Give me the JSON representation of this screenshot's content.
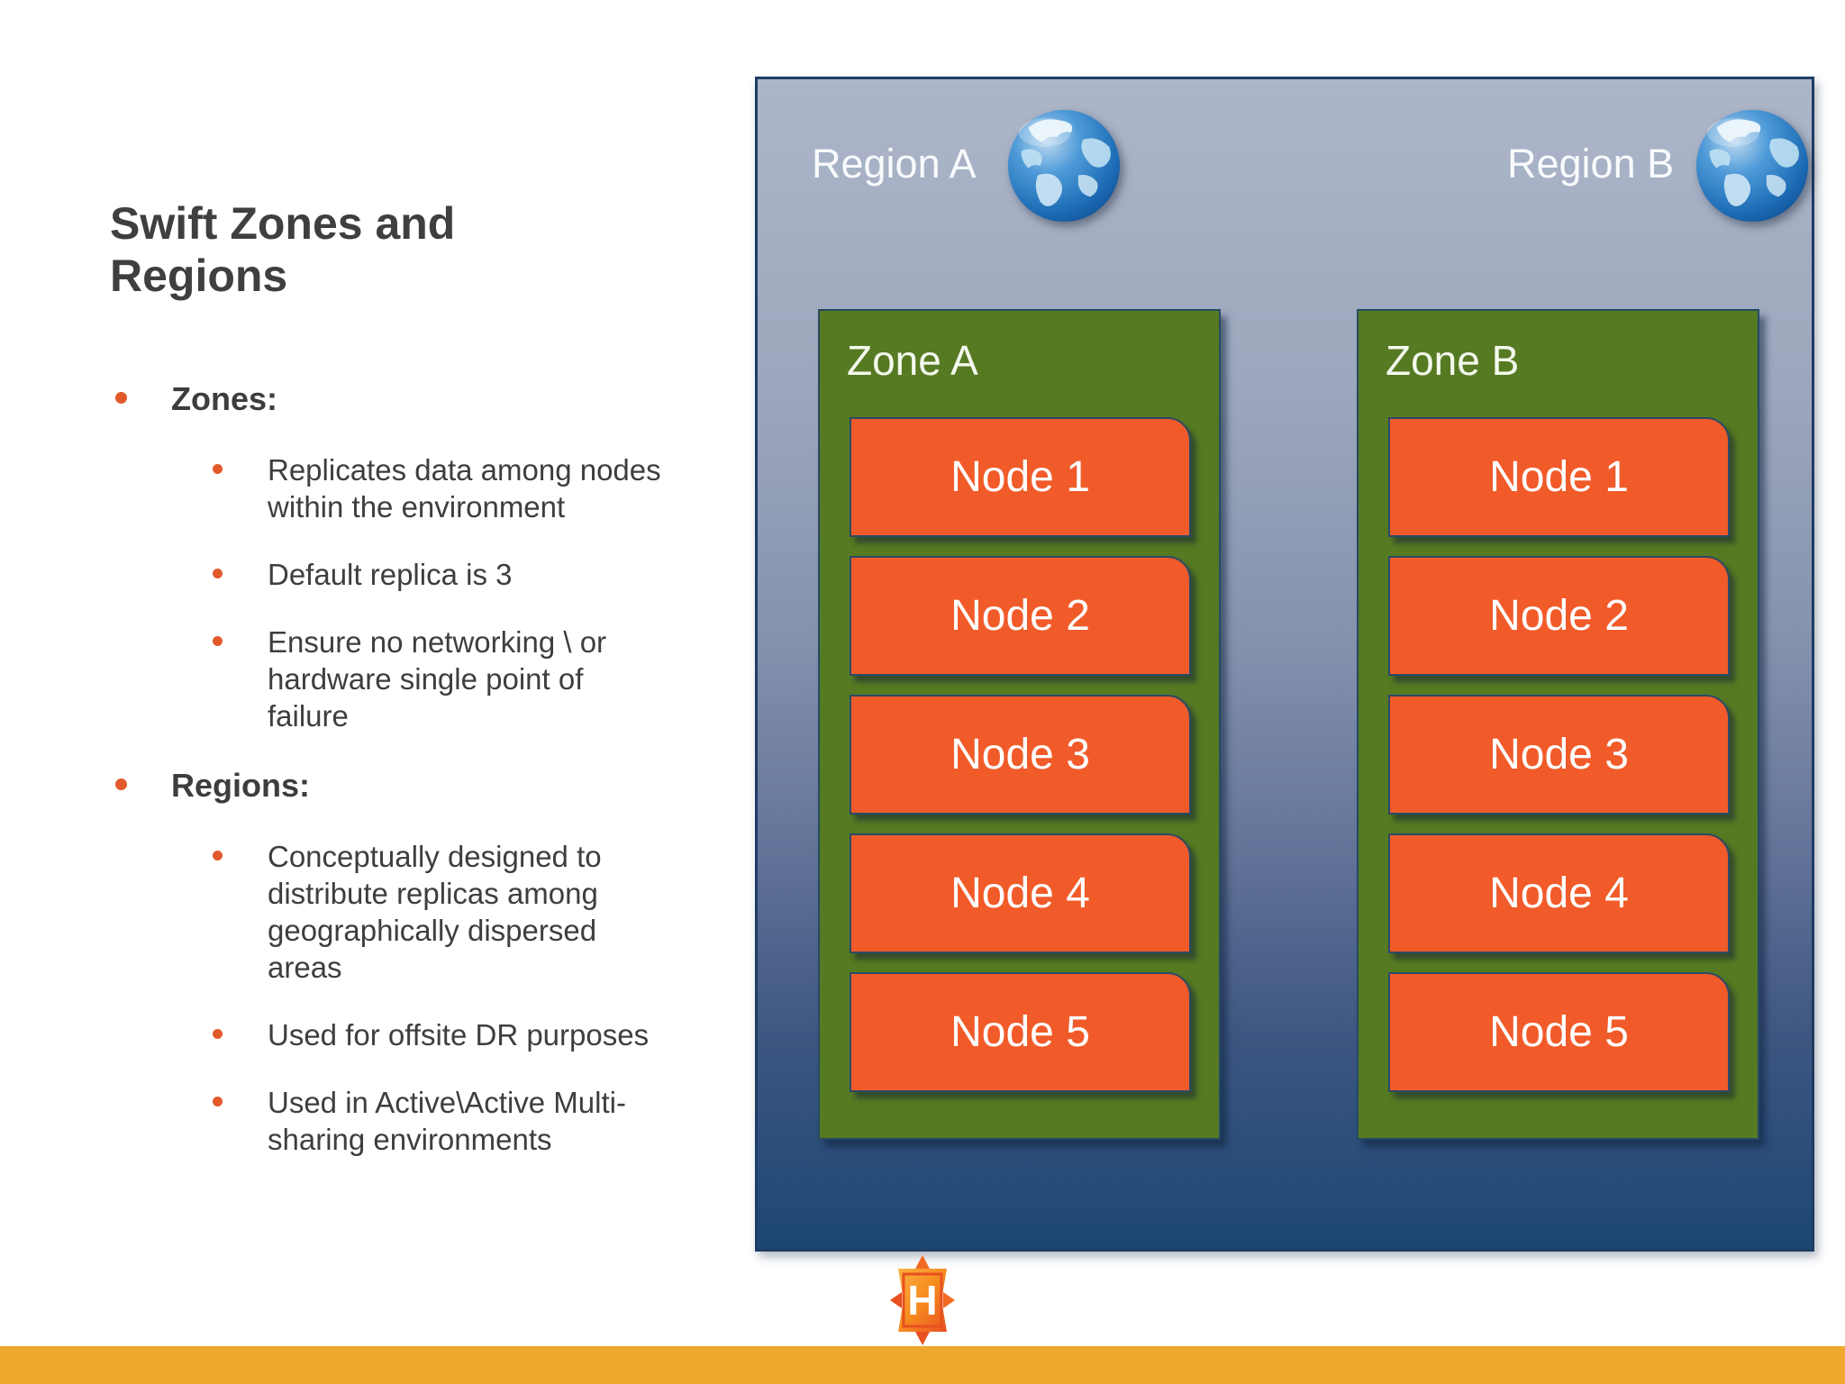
{
  "slide": {
    "title_lines": [
      "Swift Zones and",
      "Regions"
    ]
  },
  "bullets": [
    {
      "label": "Zones:",
      "items": [
        {
          "lines": [
            "Replicates data among nodes",
            "within the environment"
          ]
        },
        {
          "lines": [
            "Default replica is 3"
          ]
        },
        {
          "lines": [
            "Ensure no networking \\ or",
            "hardware single point of failure"
          ]
        }
      ]
    },
    {
      "label": "Regions:",
      "items": [
        {
          "lines": [
            "Conceptually designed to",
            "distribute replicas among",
            "geographically dispersed",
            "areas"
          ]
        },
        {
          "lines": [
            "Used for offsite DR purposes"
          ]
        },
        {
          "lines": [
            "Used in Active\\Active  Multi-",
            "sharing environments"
          ]
        }
      ]
    }
  ],
  "diagram": {
    "regions": [
      {
        "label": "Region A",
        "icon": "globe-icon"
      },
      {
        "label": "Region B",
        "icon": "globe-icon"
      }
    ],
    "zones": [
      {
        "label": "Zone A",
        "nodes": [
          "Node 1",
          "Node 2",
          "Node 3",
          "Node 4",
          "Node 5"
        ]
      },
      {
        "label": "Zone B",
        "nodes": [
          "Node 1",
          "Node 2",
          "Node 3",
          "Node 4",
          "Node 5"
        ]
      }
    ],
    "colors": {
      "panel_top": "#adb6c9",
      "panel_bottom": "#1d4674",
      "panel_border": "#1e3c64",
      "zone_green": "#567a22",
      "node_orange": "#f15b29",
      "bullet_accent": "#e2592c",
      "footer_amber": "#efa82d",
      "title_gray": "#3f3f3f"
    }
  },
  "footer": {
    "logo": "h-badge-logo"
  }
}
